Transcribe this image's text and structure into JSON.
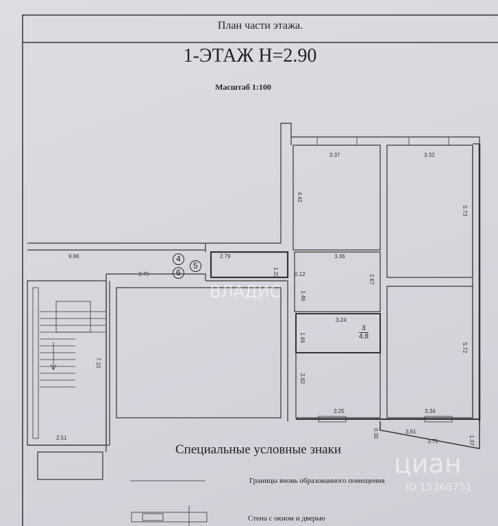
{
  "header": {
    "title": "План части этажа.",
    "floor_heading": "1-ЭТАЖ H=2.90",
    "scale": "Масштаб 1:100"
  },
  "plan": {
    "dimensions": {
      "d996": "9.96",
      "d375": "3.75",
      "d279": "2.79",
      "d120": "1.20",
      "d012": "0.12",
      "d336": "3.36",
      "d267": "2.67",
      "d146": "1.46",
      "d337": "3.37",
      "d442": "4.42",
      "d332": "3.32",
      "d573": "5.73",
      "d324": "3.24",
      "d149": "1.49",
      "d282": "2.82",
      "d325": "3.25",
      "d334": "3.34",
      "d572": "5.72",
      "d710": "7.10",
      "d251": "2.51",
      "d030": "0.30",
      "d361": "3.61",
      "d375b": "3.75",
      "d137": "1.37"
    },
    "room_label": {
      "number": "3",
      "area": "4.8"
    },
    "markers": [
      "4",
      "5",
      "6"
    ]
  },
  "legend": {
    "title": "Специальные условные знаки",
    "items": [
      {
        "label": "Границы вновь образованного помещения"
      },
      {
        "label": "Стена с окном и дверью"
      }
    ]
  },
  "watermarks": {
    "agency": "ВЛАДИС",
    "portal": "циан",
    "id": "ID 15368751"
  }
}
